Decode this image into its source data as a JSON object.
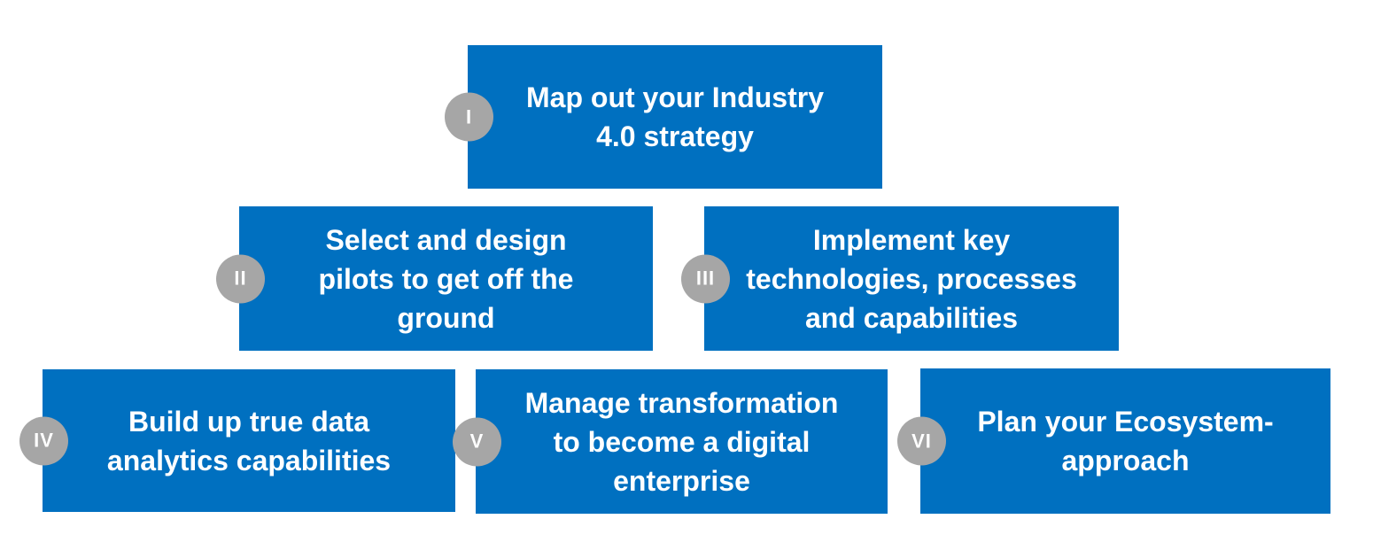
{
  "colors": {
    "box_blue": "#0070C0",
    "badge_gray": "#A6A6A6",
    "label_white": "#FFFFFF"
  },
  "steps": [
    {
      "numeral": "I",
      "label": "Map out your Industry\n4.0 strategy"
    },
    {
      "numeral": "II",
      "label": "Select and design\npilots to get off the\nground"
    },
    {
      "numeral": "III",
      "label": "Implement key\ntechnologies, processes\nand capabilities"
    },
    {
      "numeral": "IV",
      "label": "Build up true data\nanalytics capabilities"
    },
    {
      "numeral": "V",
      "label": "Manage transformation\nto become a digital\nenterprise"
    },
    {
      "numeral": "VI",
      "label": "Plan your Ecosystem-\napproach"
    }
  ]
}
